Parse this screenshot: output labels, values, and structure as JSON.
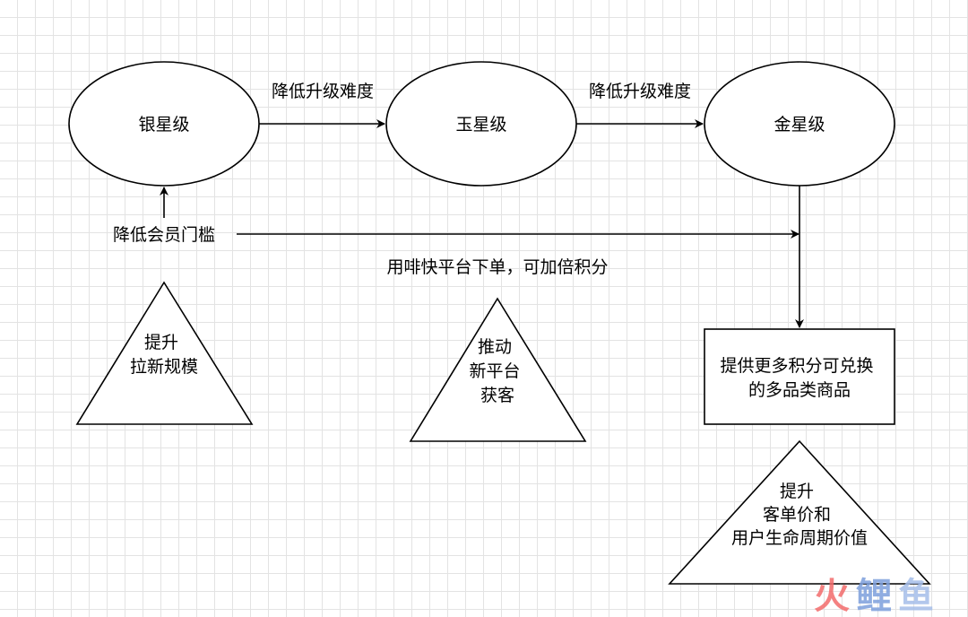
{
  "nodes": {
    "silver": "银星级",
    "jade": "玉星级",
    "gold": "金星级",
    "box": [
      "提供更多积分可兑换",
      "的多品类商品"
    ]
  },
  "edges": {
    "silver_to_jade": "降低升级难度",
    "jade_to_gold": "降低升级难度",
    "lower_threshold": "降低会员门槛",
    "order_note": "用啡快平台下单，可加倍积分"
  },
  "triangles": {
    "t1": [
      "提升",
      "拉新规模"
    ],
    "t2": [
      "推动",
      "新平台",
      "获客"
    ],
    "t3": [
      "提升",
      "客单价和",
      "用户生命周期价值"
    ]
  },
  "watermark": {
    "chars": [
      "火",
      "鲤",
      "鱼"
    ],
    "colors": [
      "#f26b6b",
      "#7d9fdc",
      "#a4bde9"
    ]
  }
}
